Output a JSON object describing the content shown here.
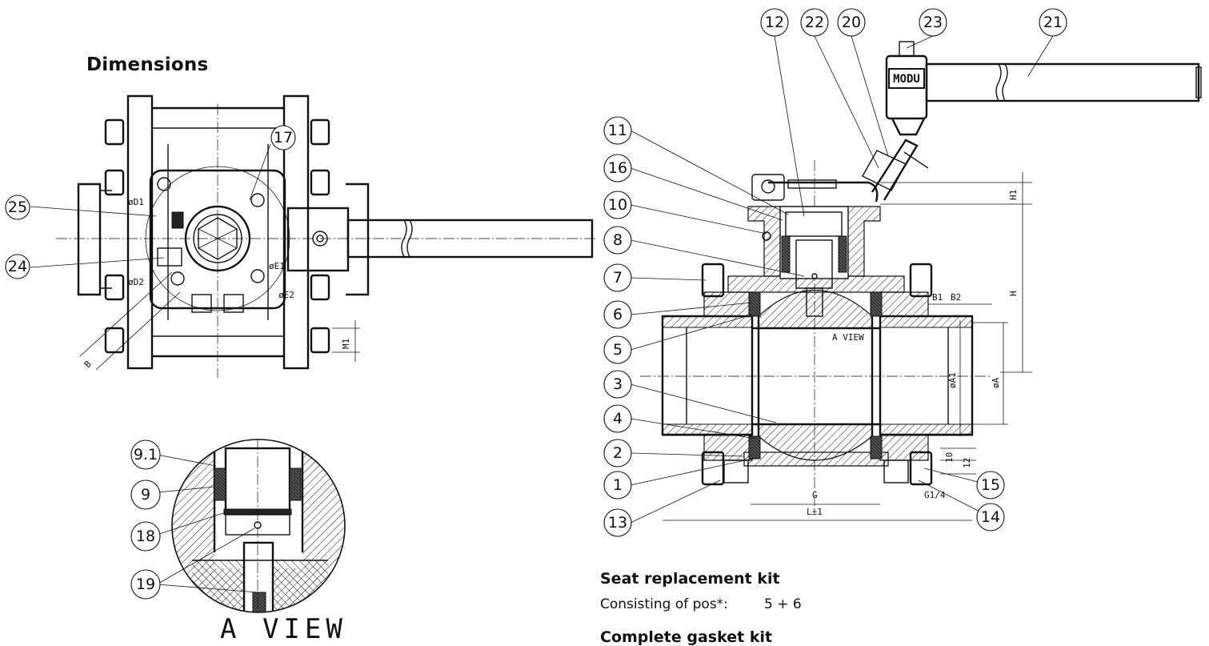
{
  "heading": "Dimensions",
  "view_label": "A VIEW",
  "section_label": "A VIEW",
  "logo_text": "MODU",
  "callouts_front": [
    "11",
    "16",
    "10",
    "8",
    "7",
    "6",
    "5",
    "3",
    "4",
    "2",
    "1",
    "13",
    "12",
    "22",
    "20",
    "23",
    "21",
    "15",
    "14"
  ],
  "callouts_top": [
    "25",
    "24",
    "17"
  ],
  "callouts_detail": [
    "9.1",
    "9",
    "18",
    "19"
  ],
  "dimension_labels": {
    "H1": "H1",
    "H": "H",
    "B1": "B1",
    "B2": "B2",
    "A1": "øA1",
    "A": "øA",
    "G": "G",
    "L": "L±1",
    "thread": "G1/4",
    "d10": "10",
    "d12": "12",
    "D1": "øD1",
    "D2": "øD2",
    "E1": "øE1",
    "E2": "øE2",
    "B": "B",
    "M1": "M1"
  },
  "seat_kit": {
    "title": "Seat replacement kit",
    "label": "Consisting of pos*:",
    "value": "5 + 6"
  },
  "gasket_kit": {
    "title": "Complete gasket kit"
  }
}
